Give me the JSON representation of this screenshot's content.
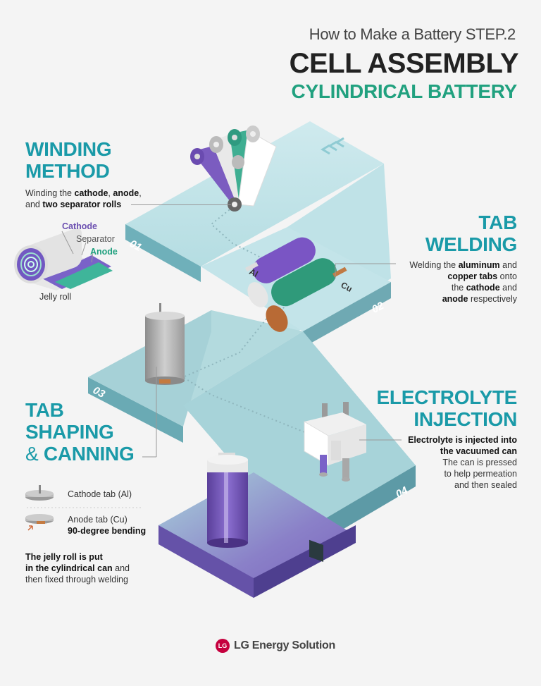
{
  "header": {
    "subtitle": "How to Make a Battery STEP.2",
    "title": "CELL ASSEMBLY",
    "category": "CYLINDRICAL BATTERY"
  },
  "steps": {
    "s01": {
      "number": "01",
      "title_line1": "WINDING",
      "title_line2": "METHOD",
      "desc_pre": "Winding the ",
      "desc_b1": "cathode",
      "desc_mid1": ", ",
      "desc_b2": "anode",
      "desc_mid2": ",",
      "desc_line2_pre": "and ",
      "desc_b3": "two separator rolls",
      "label_cathode": "Cathode",
      "label_separator": "Separator",
      "label_anode": "Anode",
      "label_jelly": "Jelly roll"
    },
    "s02": {
      "number": "02",
      "title_line1": "TAB",
      "title_line2": "WELDING",
      "desc_l1_pre": "Welding the ",
      "desc_l1_b": "aluminum",
      "desc_l1_post": " and",
      "desc_l2_b": "copper tabs",
      "desc_l2_post": " onto",
      "desc_l3_pre": "the ",
      "desc_l3_b": "cathode",
      "desc_l3_post": " and",
      "desc_l4_b": "anode",
      "desc_l4_post": " respectively",
      "label_al": "Al",
      "label_cu": "Cu"
    },
    "s03": {
      "number": "03",
      "title_line1": "TAB",
      "title_line2": "SHAPING",
      "title_amp": "&",
      "title_line3": "CANNING",
      "legend_cathode": "Cathode tab (Al)",
      "legend_anode": "Anode tab (Cu)",
      "legend_bending": "90-degree bending",
      "desc_l1_b": "The jelly roll is put",
      "desc_l2_b": "in the cylindrical can",
      "desc_l2_post": " and",
      "desc_l3": "then fixed through welding"
    },
    "s04": {
      "number": "04",
      "title_line1": "ELECTROLYTE",
      "title_line2": "INJECTION",
      "desc_l1_b": "Electrolyte is injected into",
      "desc_l2_b": "the vacuumed can",
      "desc_l3": "The can is pressed",
      "desc_l4": "to help permeation",
      "desc_l5": "and then sealed"
    }
  },
  "footer": {
    "logo_text": "LG Energy Solution",
    "logo_mark": "LG"
  },
  "colors": {
    "teal_title": "#1a9aa8",
    "green_title": "#21a17f",
    "path_top": "#c8e6ea",
    "path_side": "#7fbcc5",
    "purple": "#6b4fb0"
  }
}
